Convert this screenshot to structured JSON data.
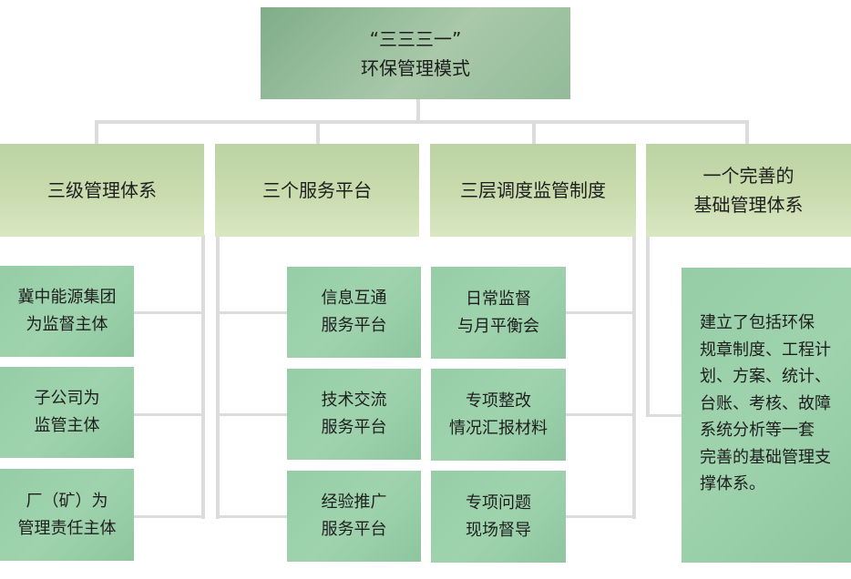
{
  "root": {
    "title": "“三三三一”\n环保管理模式"
  },
  "categories": [
    {
      "label": "三级管理体系"
    },
    {
      "label": "三个服务平台"
    },
    {
      "label": "三层调度监管制度"
    },
    {
      "label": "一个完善的\n基础管理体系"
    }
  ],
  "col1": [
    "冀中能源集团\n为监督主体",
    "子公司为\n监管主体",
    "厂（矿）为\n管理责任主体"
  ],
  "col2": [
    "信息互通\n服务平台",
    "技术交流\n服务平台",
    "经验推广\n服务平台"
  ],
  "col3": [
    "日常监督\n与月平衡会",
    "专项整改\n情况汇报材料",
    "专项问题\n现场督导"
  ],
  "col4": {
    "text": "建立了包括环保\n规章制度、工程计\n划、方案、统计、\n台账、考核、故障\n系统分析等一套\n完善的基础管理支\n撑体系。"
  }
}
